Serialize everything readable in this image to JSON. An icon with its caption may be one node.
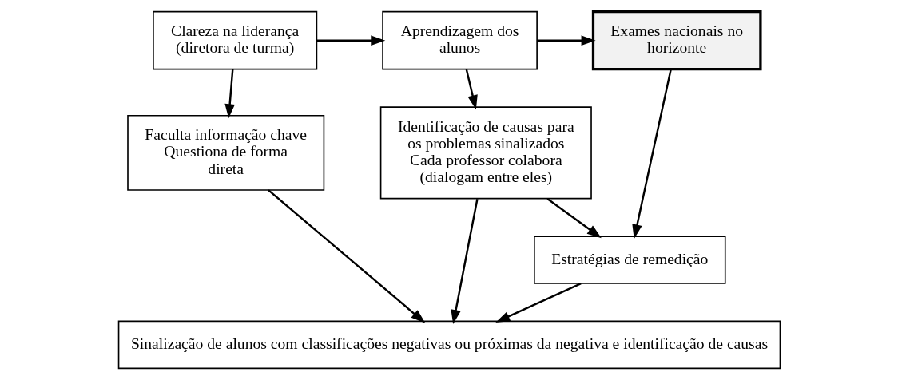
{
  "diagram": {
    "nodes": [
      {
        "text": [
          "Clareza na liderança (diretora de turma)"
        ]
      },
      {
        "text": [
          "Aprendizagem dos alunos"
        ]
      },
      {
        "text": [
          "Exames nacionais no horizonte"
        ]
      },
      {
        "text": [
          "Faculta informação chave Questiona de forma direta"
        ]
      },
      {
        "text": [
          "Identificação de causas para os problemas sinalizados Cada professor colabora (dialogam entre eles)"
        ]
      },
      {
        "text": [
          "Estratégias de remedição"
        ]
      },
      {
        "text": [
          "Sinalização de alunos com classificações negativas ou próximas da negativa e identificação de causas"
        ]
      }
    ],
    "edges": [
      {
        "from": 0,
        "to": 1,
        "arrow": "to"
      },
      {
        "from": 1,
        "to": 2,
        "arrow": "to"
      },
      {
        "from": 0,
        "to": 3,
        "arrow": "to"
      },
      {
        "from": 1,
        "to": 4,
        "arrow": "to"
      },
      {
        "from": 2,
        "to": 5,
        "arrow": "to"
      },
      {
        "from": 4,
        "to": 5,
        "arrow": "to"
      },
      {
        "from": 3,
        "to": 6,
        "arrow": "to"
      },
      {
        "from": 4,
        "to": 6,
        "arrow": "to"
      },
      {
        "from": 5,
        "to": 6,
        "arrow": "to"
      }
    ]
  }
}
